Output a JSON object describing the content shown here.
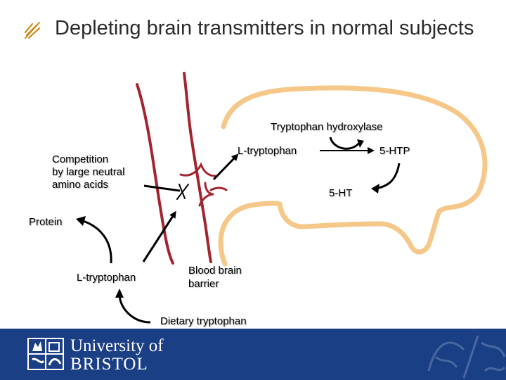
{
  "slide": {
    "title": "Depleting brain transmitters in normal subjects"
  },
  "labels": {
    "enzyme": "Tryptophan hydroxylase",
    "brain_tryptophan": "L-tryptophan",
    "htp": "5-HTP",
    "ht": "5-HT",
    "competition_line1": "Competition",
    "competition_line2": "by large neutral",
    "competition_line3": "amino acids",
    "protein": "Protein",
    "blood_tryptophan": "L-tryptophan",
    "bbb_line1": "Blood brain",
    "bbb_line2": "barrier",
    "dietary": "Dietary tryptophan"
  },
  "footer": {
    "university_line1": "University of",
    "university_line2": "BRISTOL"
  },
  "colors": {
    "brain_outline": "#f5c88a",
    "barrier": "#a3242f",
    "footer_bg": "#1b3f84"
  }
}
